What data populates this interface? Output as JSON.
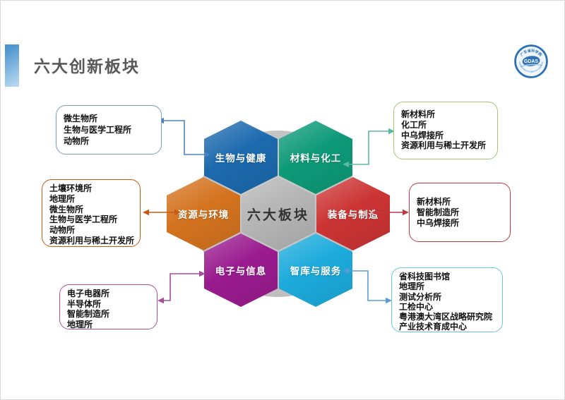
{
  "page": {
    "title": "六大创新板块"
  },
  "logo": {
    "acronym": "GDAS",
    "cn_name": "广东省科学院",
    "en_name": "GUANGDONG ACADEMY OF SCIENCES",
    "ring_color": "#2b72b5"
  },
  "diagram": {
    "center_hexagon": {
      "label": "六大板块",
      "color": "#b5b5b5"
    },
    "hexagons": [
      {
        "name": "bio-health",
        "label": "生物与健康",
        "color": "#1c6aae"
      },
      {
        "name": "materials-chem",
        "label": "材料与化工",
        "color": "#0d9a78"
      },
      {
        "name": "resources-env",
        "label": "资源与环境",
        "color": "#d4731f"
      },
      {
        "name": "equipment-mfg",
        "label": "装备与制造",
        "color": "#cc3434"
      },
      {
        "name": "electronics-info",
        "label": "电子与信息",
        "color": "#9a1b8f"
      },
      {
        "name": "thinktank-service",
        "label": "智库与服务",
        "color": "#1cabdc"
      }
    ],
    "boxes": [
      {
        "name": "bio-health",
        "border_color": "#7b9cc4",
        "items": [
          "微生物所",
          "生物与医学工程所",
          "动物所"
        ]
      },
      {
        "name": "materials-chem",
        "border_color": "#a3c57c",
        "items": [
          "新材料所",
          "化工所",
          "中乌焊接所",
          "资源利用与稀土开发所"
        ]
      },
      {
        "name": "resources-env",
        "border_color": "#c55a11",
        "items": [
          "土壤环境所",
          "地理所",
          "微生物所",
          "生物与医学工程所",
          "动物所",
          "资源利用与稀土开发所"
        ]
      },
      {
        "name": "equipment-mfg",
        "border_color": "#c43a3a",
        "items": [
          "新材料所",
          "智能制造所",
          "中乌焊接所"
        ]
      },
      {
        "name": "electronics-info",
        "border_color": "#a9519e",
        "items": [
          "电子电器所",
          "半导体所",
          "智能制造所",
          "地理所"
        ]
      },
      {
        "name": "thinktank-service",
        "border_color": "#68c5e0",
        "items": [
          "省科技图书馆",
          "地理所",
          "测试分析所",
          "工检中心",
          "粤港澳大湾区战略研究院",
          "产业技术育成中心"
        ]
      }
    ],
    "connectors": [
      {
        "name": "bio-health",
        "color": "#4f81bd"
      },
      {
        "name": "materials-chem",
        "color": "#5cb8a2"
      },
      {
        "name": "resources-env",
        "color": "#c55a11"
      },
      {
        "name": "equipment-mfg",
        "color": "#c0393f"
      },
      {
        "name": "electronics-info",
        "color": "#a64d9e"
      },
      {
        "name": "thinktank-service",
        "color": "#5b9bd5"
      }
    ]
  }
}
